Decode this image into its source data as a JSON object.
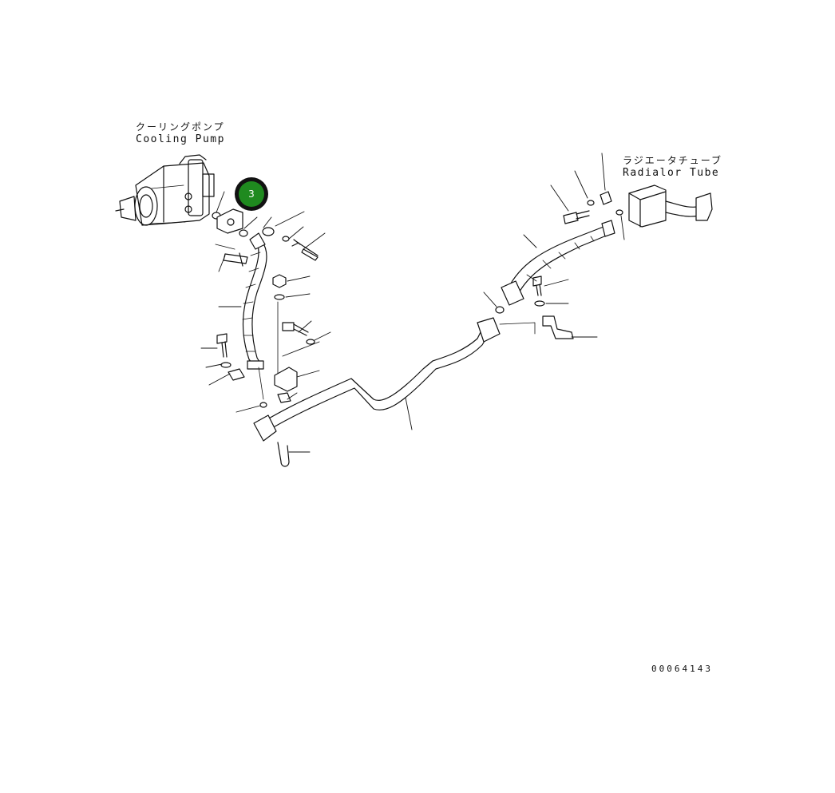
{
  "labels": {
    "cooling_pump_jp": "クーリングポンプ",
    "cooling_pump_en": "Cooling Pump",
    "radiator_tube_jp": "ラジエータチューブ",
    "radiator_tube_en": "Radialor Tube"
  },
  "callout": {
    "number": "3",
    "color": "#1f8a1f"
  },
  "reference_number": "00064143",
  "colors": {
    "line": "#111111",
    "background": "#ffffff"
  }
}
